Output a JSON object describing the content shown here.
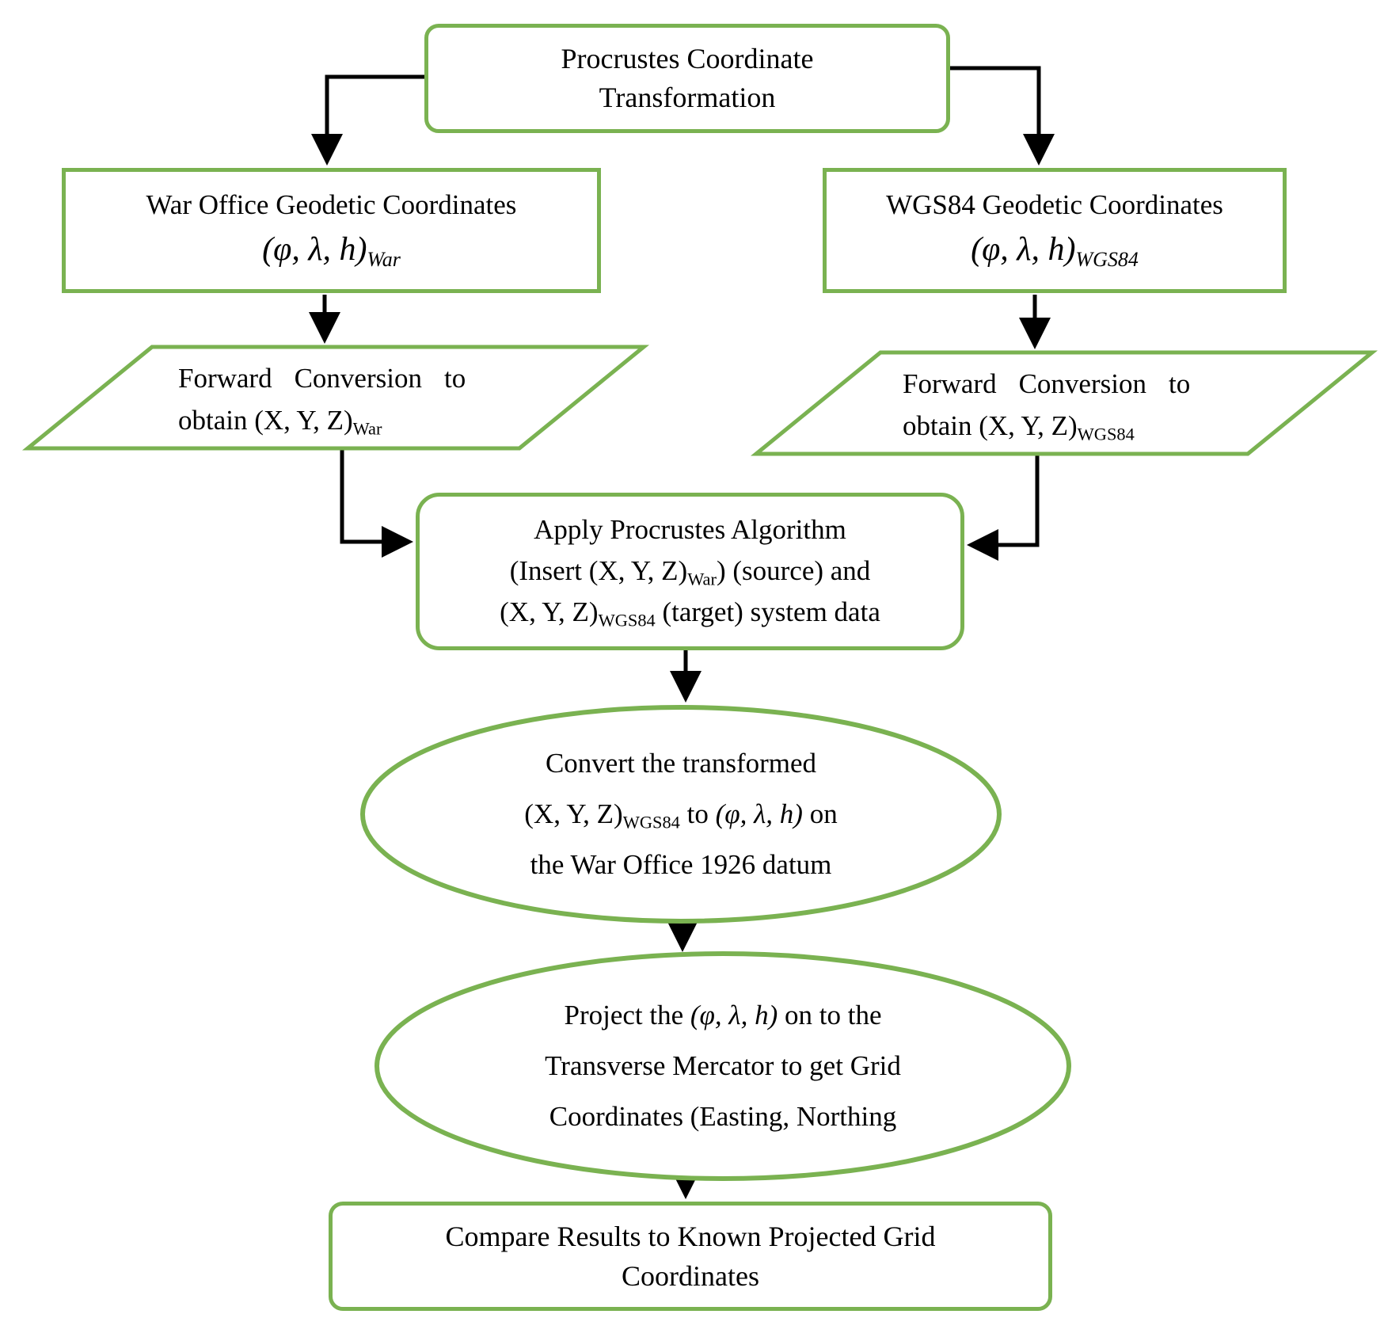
{
  "title": "Procrustes Coordinate Transformation flowchart",
  "colors": {
    "shape_border": "#7AB251",
    "connector": "#000000",
    "text": "#000000",
    "background": "#FFFFFF"
  },
  "nodes": {
    "start": {
      "line1": "Procrustes Coordinate",
      "line2": "Transformation"
    },
    "war_coords": {
      "title": "War Office Geodetic Coordinates",
      "formula": "(φ, λ, h)",
      "formula_sub": "War"
    },
    "wgs84_coords": {
      "title": "WGS84 Geodetic Coordinates",
      "formula": "(φ, λ, h)",
      "formula_sub": "WGS84"
    },
    "forward_war": {
      "line1": "Forward Conversion to",
      "line2_pre": "obtain (X, Y, Z)",
      "line2_sub": "War"
    },
    "forward_wgs84": {
      "line1": "Forward Conversion to",
      "line2_pre": "obtain (X, Y, Z)",
      "line2_sub": "WGS84"
    },
    "apply": {
      "line1": "Apply Procrustes Algorithm",
      "line2_pre": "(Insert (X, Y, Z)",
      "line2_sub": "War",
      "line2_post": ") (source) and",
      "line3_pre": "(X, Y, Z)",
      "line3_sub": "WGS84",
      "line3_post": " (target) system data"
    },
    "convert": {
      "line1": "Convert the transformed",
      "line2_pre": "(X, Y, Z)",
      "line2_sub": "WGS84",
      "line2_mid": " to ",
      "line2_formula": "(φ, λ, h)",
      "line2_post": " on",
      "line3": "the War Office 1926 datum"
    },
    "project": {
      "line1_pre": "Project the ",
      "line1_formula": "(φ, λ, h)",
      "line1_post": " on to the",
      "line2": "Transverse Mercator to get Grid",
      "line3": "Coordinates (Easting, Northing"
    },
    "compare": {
      "line1": "Compare Results to Known Projected Grid",
      "line2": "Coordinates"
    }
  }
}
